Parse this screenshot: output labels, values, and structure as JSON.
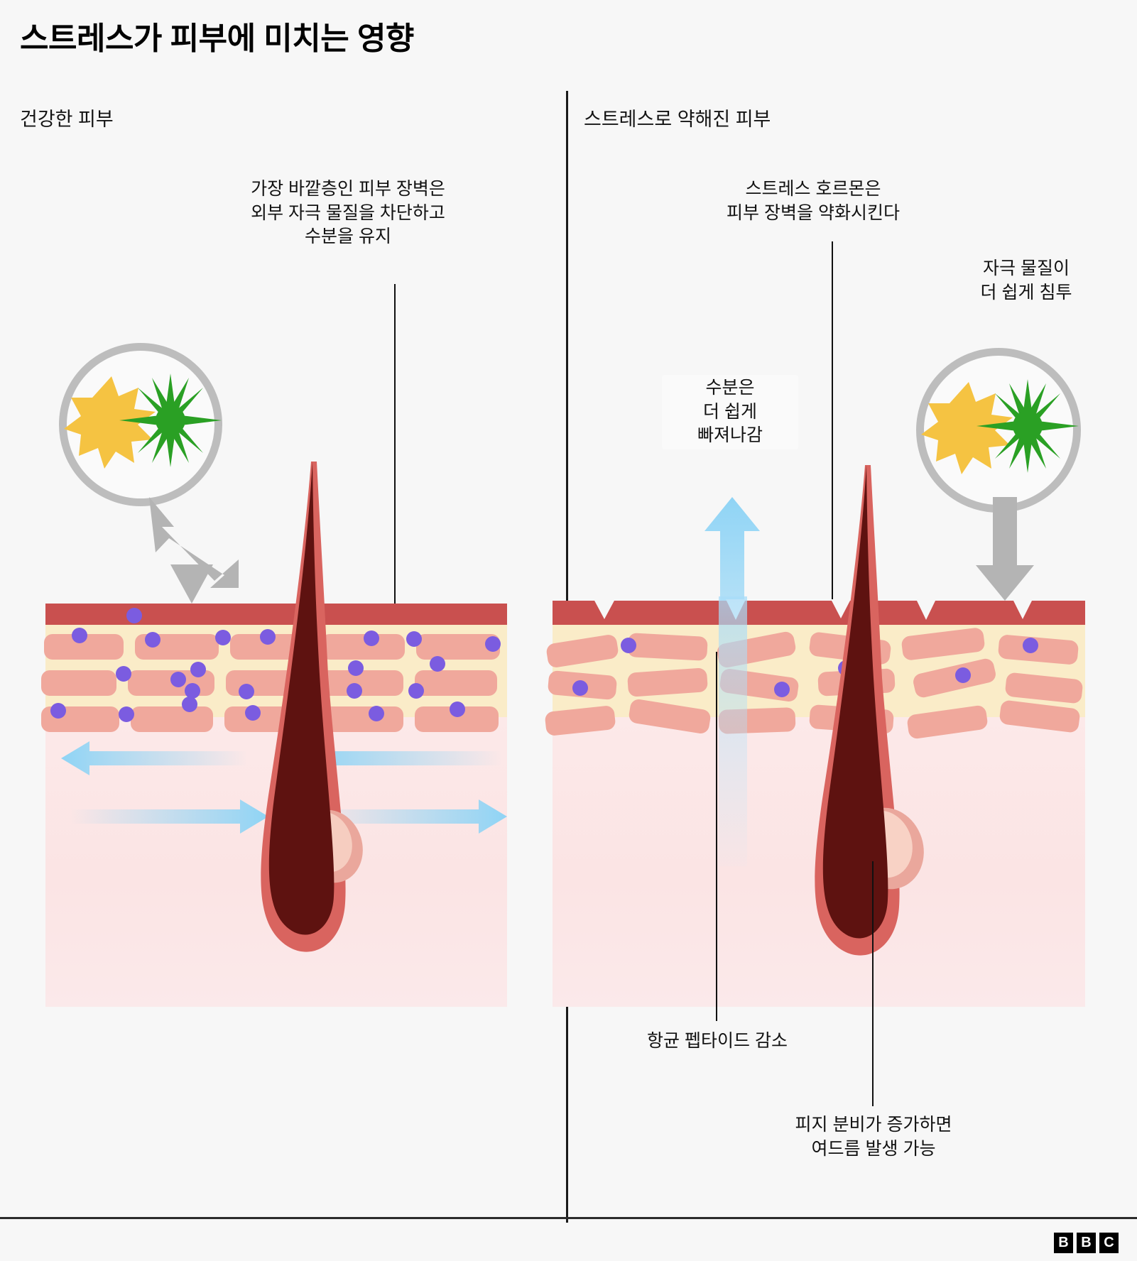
{
  "header": {
    "title": "스트레스가 피부에 미치는 영향",
    "left_column_label": "건강한 피부",
    "right_column_label": "스트레스로 약해진 피부"
  },
  "footer": {
    "logo_letters": [
      "B",
      "B",
      "C"
    ]
  },
  "colors": {
    "background": "#f7f7f7",
    "barrier_red": "#c9504f",
    "epidermis_cream": "#faecc8",
    "brick_salmon": "#f0a89c",
    "dermis_pink": "#fbe9e9",
    "lipid_dot_purple": "#7b5ce0",
    "water_blue": "#8fd4f5",
    "hair_dark": "#6b1410",
    "hair_outline": "#e07878",
    "lens_grey": "#bdbdbd",
    "irritant_yellow": "#f5c342",
    "irritant_green": "#2aa024",
    "text_black": "#111111"
  },
  "left_panel": {
    "name": "healthy-skin-diagram",
    "annotations": [
      {
        "id": "barrier-function",
        "text": "가장 바깥층인 피부 장벽은\n외부 자극 물질을 차단하고\n수분을 유지"
      }
    ],
    "icons": {
      "magnifier": "magnifier-icon",
      "irritant_star_yellow": "irritant-yellow-star-icon",
      "irritant_star_green": "irritant-green-star-icon",
      "blocked_arrow": "blocked-irritant-arrow-icon",
      "moisture_arrows": "moisture-retained-arrows-icon"
    }
  },
  "right_panel": {
    "name": "stressed-skin-diagram",
    "annotations": [
      {
        "id": "stress-hormone",
        "text": "스트레스 호르몬은\n피부 장벽을 약화시킨다"
      },
      {
        "id": "irritant-penetration",
        "text": "자극 물질이\n더 쉽게 침투"
      },
      {
        "id": "water-loss",
        "text": "수분은\n더 쉽게\n빠져나감"
      },
      {
        "id": "antimicrobial-peptide",
        "text": "항균 펩타이드 감소"
      },
      {
        "id": "sebum-acne",
        "text": "피지 분비가 증가하면\n여드름 발생 가능"
      }
    ],
    "icons": {
      "magnifier": "magnifier-icon",
      "irritant_star_yellow": "irritant-yellow-star-icon",
      "irritant_star_green": "irritant-green-star-icon",
      "penetrating_arrow": "irritant-penetrating-arrow-icon",
      "water_loss_arrow": "water-loss-up-arrow-icon"
    }
  },
  "diagram_data": {
    "type": "illustration",
    "comparison": [
      "건강한 피부",
      "스트레스로 약해진 피부"
    ],
    "healthy": {
      "barrier_state": "intact",
      "brick_rows": 3,
      "bricks_per_row": 5,
      "lipid_dot_count": 24,
      "brick_alignment": "ordered",
      "moisture_arrow_count": 4,
      "moisture_direction": "retained-horizontal"
    },
    "stressed": {
      "barrier_state": "cracked",
      "crack_count": 5,
      "brick_rows": 3,
      "bricks_per_row": 5,
      "lipid_dot_count": 6,
      "brick_alignment": "disordered",
      "moisture_arrow_count": 1,
      "moisture_direction": "escaping-upward"
    }
  }
}
